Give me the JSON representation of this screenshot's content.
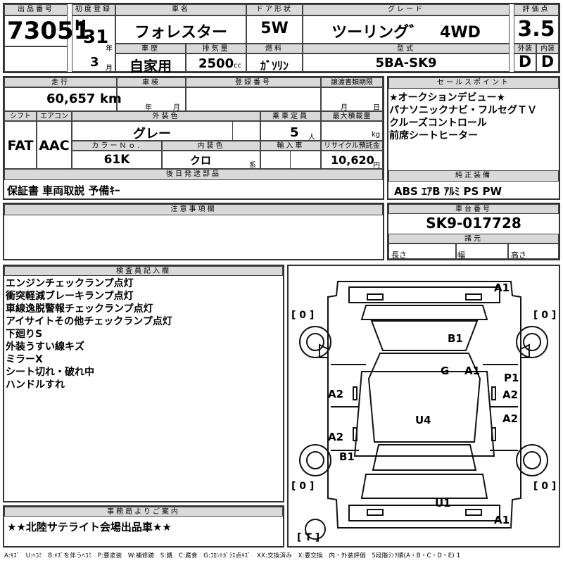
{
  "top": {
    "lot_header": "出品番号",
    "lot_value": "73051",
    "reg_header": "初度登録",
    "era": "H",
    "year": "31",
    "year_unit": "年",
    "month": "3",
    "month_unit": "月",
    "name_header": "車名",
    "name_value": "フォレスター",
    "door_header": "ドア形状",
    "door_value": "5W",
    "grade_header": "グレード",
    "grade_value": "ツーリング゛　4WD",
    "score_header": "評価点",
    "score_value": "3.5",
    "history_header": "車歴",
    "history_value": "自家用",
    "disp_header": "排気量",
    "disp_value": "2500",
    "disp_unit": "cc",
    "fuel_header": "燃料",
    "fuel_value": "ｶﾞｿﾘﾝ",
    "model_header": "型式",
    "model_value": "5BA-SK9",
    "ext_header": "外装",
    "ext_value": "D",
    "int_header": "内装",
    "int_value": "D"
  },
  "mid": {
    "mileage_header": "走行",
    "mileage_value": "60,657",
    "mileage_unit": "km",
    "inspection_header": "車検",
    "insp_year": "年",
    "insp_month": "月",
    "regno_header": "登録番号",
    "transfer_header": "譲渡書類期限",
    "transfer_month": "月",
    "transfer_day": "日",
    "shift_header": "シフト",
    "shift_value": "FAT",
    "ac_header": "エアコン",
    "ac_value": "AAC",
    "color_header": "外装色",
    "color_value": "グレー",
    "capacity_header": "乗車定員",
    "capacity_value": "5",
    "capacity_unit": "人",
    "load_header": "最大積載量",
    "load_unit": "kg",
    "colorno_header": "カラーＮｏ.",
    "colorno_value": "61K",
    "intcolor_header": "内装色",
    "intcolor_value": "クロ",
    "intcolor_unit": "系",
    "import_header": "輸入車",
    "recycle_header": "リサイクル預託金",
    "recycle_value": "10,620",
    "recycle_unit": "円",
    "later_header": "後日発送部品",
    "later_value": "保証書 車両取説 予備ｷｰ"
  },
  "sales": {
    "header": "セールスポイント",
    "lines": [
      "★オークションデビュー★",
      "パナソニックナビ・フルセグＴＶ",
      "クルーズコントロール",
      "前席シートヒーター"
    ]
  },
  "equip": {
    "header": "純正装備",
    "value": "ABS ｴｱB ｱﾙﾐ PS PW"
  },
  "notes": {
    "header": "注意事項欄"
  },
  "chassis": {
    "header": "車台番号",
    "value": "SK9-017728"
  },
  "specs": {
    "header": "諸元",
    "length": "長さ",
    "width": "幅",
    "height": "高さ"
  },
  "inspector": {
    "header": "検査員記入欄",
    "lines": [
      "エンジンチェックランプ点灯",
      "衝突軽減ブレーキランプ点灯",
      "車線逸脱警報チェックランプ点灯",
      "アイサイトその他チェックランプ点灯",
      "下廻りS",
      "外装うすい線キズ",
      "ミラーX",
      "シート切れ・破れ中",
      "ハンドルすれ"
    ]
  },
  "office": {
    "header": "事務局よりご案内",
    "value": "★★北陸サテライト会場出品車★★"
  },
  "diagram": {
    "tire_fl": "[ 0 ]",
    "tire_fr": "[ 0 ]",
    "tire_rl": "[ 0 ]",
    "tire_rr": "[ 0 ]",
    "tire_t": "[ T ]",
    "marks": [
      "A1",
      "B1",
      "G",
      "A1",
      "P1",
      "A2",
      "A2",
      "A2",
      "U4",
      "A2",
      "B1",
      "U1",
      "A1"
    ]
  },
  "legend": "A:ｷｽﾞ　U:ﾍｺﾐ　B:ｷｽﾞを伴うﾍｺﾐ　P:要塗装　W:補修跡　S:錆　C:腐食　G:ﾌﾛﾝﾄｶﾞﾗｽ点ｷｽﾞ　XX:交換済み　X:要交換　内・外装評価　5段階ﾗﾝｸ順(A・B・C・D・E) 1"
}
